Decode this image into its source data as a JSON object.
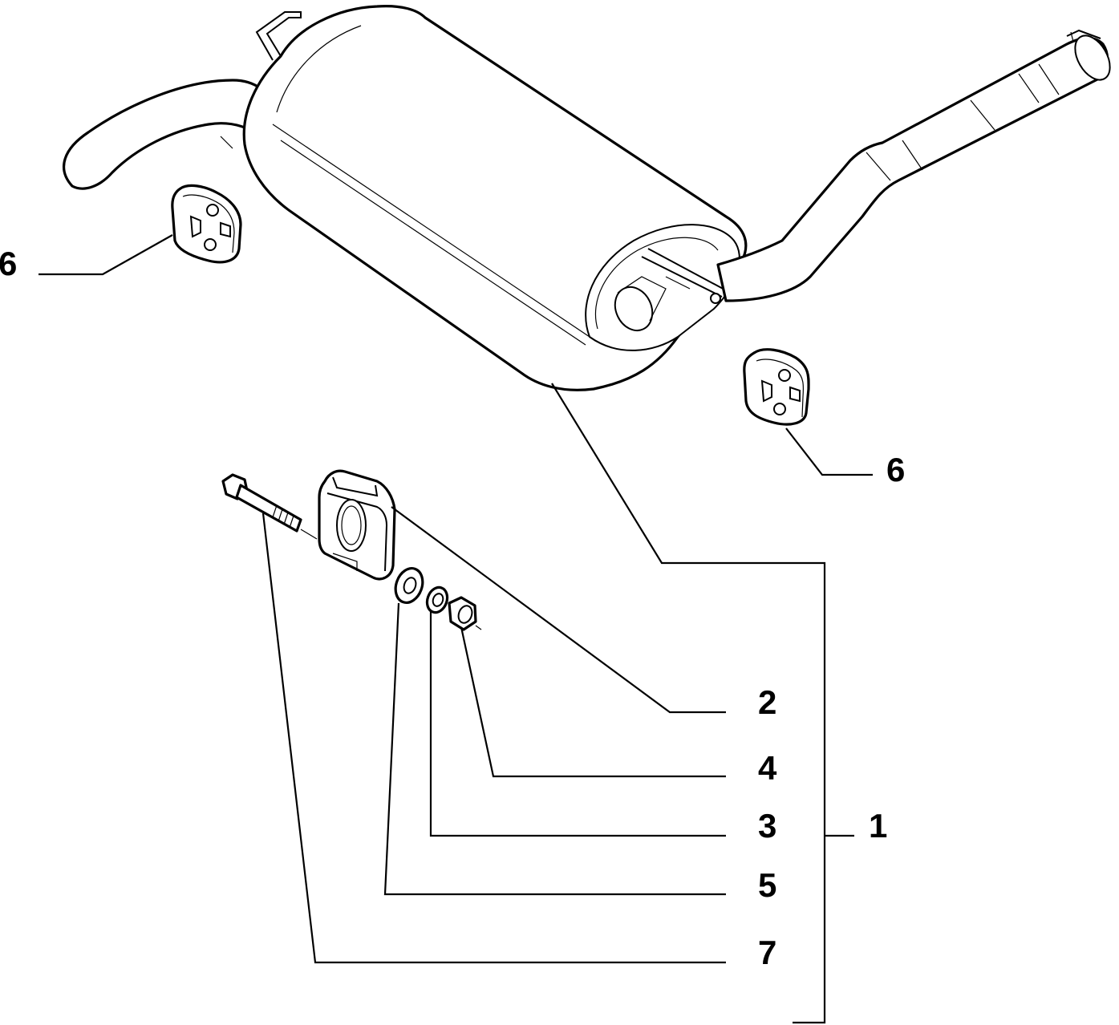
{
  "callouts": {
    "c6_left": "6",
    "c6_right": "6",
    "c1": "1",
    "c2": "2",
    "c4": "4",
    "c3": "3",
    "c5": "5",
    "c7": "7"
  },
  "colors": {
    "line": "#000000",
    "background": "#ffffff"
  }
}
